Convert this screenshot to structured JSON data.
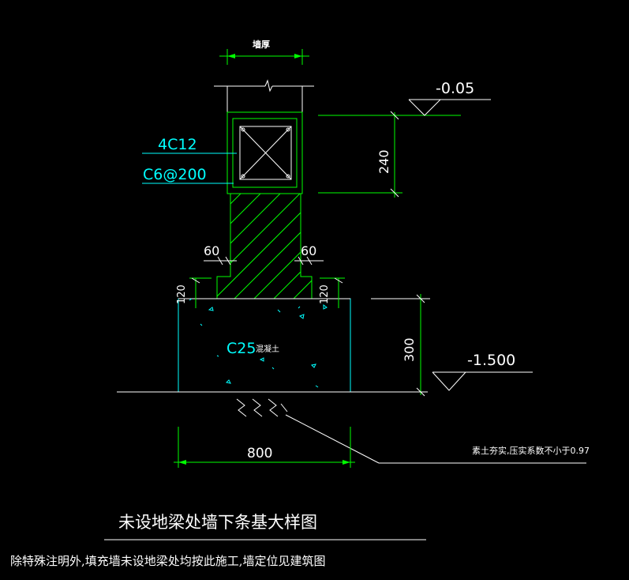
{
  "drawing": {
    "top_dim_label": "墙厚",
    "rebar_main": "4C12",
    "rebar_stirrup": "C6@200",
    "elev_top": "-0.05",
    "dim_240": "240",
    "dim_60_left": "60",
    "dim_60_right": "60",
    "dim_120_left": "120",
    "dim_120_right": "120",
    "concrete_grade": "C25",
    "concrete_word": "混凝土",
    "dim_300": "300",
    "elev_bottom": "-1.500",
    "dim_800": "800",
    "soil_note": "素土夯实,压实系数不小于0.97",
    "title": "未设地梁处墙下条基大样图",
    "footnote": "除特殊注明外,填充墙未设地梁处均按此施工,墙定位见建筑图"
  },
  "colors": {
    "background": "#000000",
    "outline": "#ffffff",
    "dimension": "#00ff00",
    "annotation": "#00ffff"
  }
}
